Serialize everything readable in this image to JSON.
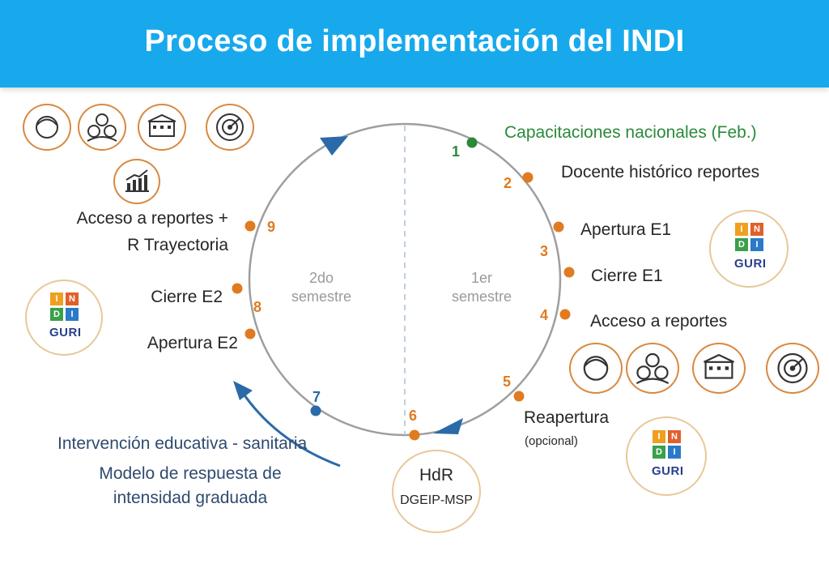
{
  "title": "Proceso de implementación del INDI",
  "semesters": {
    "second": [
      "2do",
      "semestre"
    ],
    "first": [
      "1er",
      "semestre"
    ]
  },
  "steps": [
    {
      "num": "1",
      "label": "Capacitaciones nacionales (Feb.)"
    },
    {
      "num": "2",
      "label": "Docente histórico reportes"
    },
    {
      "num": "3",
      "label_a": "Apertura E1",
      "label_b": "Cierre E1"
    },
    {
      "num": "4",
      "label": "Acceso a reportes"
    },
    {
      "num": "5",
      "label": "Reapertura",
      "note": "(opcional)"
    },
    {
      "num": "6",
      "hub_main": "HdR",
      "hub_sub": "DGEIP-MSP"
    },
    {
      "num": "7",
      "label_a": "Intervención educativa - sanitaria",
      "label_b": "Modelo de respuesta de",
      "label_c": "intensidad graduada"
    },
    {
      "num": "8",
      "label_a": "Cierre E2",
      "label_b": "Apertura E2"
    },
    {
      "num": "9",
      "label_a": "Acceso a reportes +",
      "label_b": "R Trayectoria"
    }
  ],
  "logo": {
    "letters": [
      "I",
      "N",
      "D",
      "I"
    ],
    "brand": "GURI"
  },
  "colors": {
    "header": "#17a9ec",
    "orange": "#e07b20",
    "green": "#2a8a3a",
    "blue": "#2a6aa8",
    "circle": "#9e9e9e"
  },
  "icons": [
    "child-face-icon",
    "family-icon",
    "school-icon",
    "radar-icon",
    "chart-icon"
  ]
}
